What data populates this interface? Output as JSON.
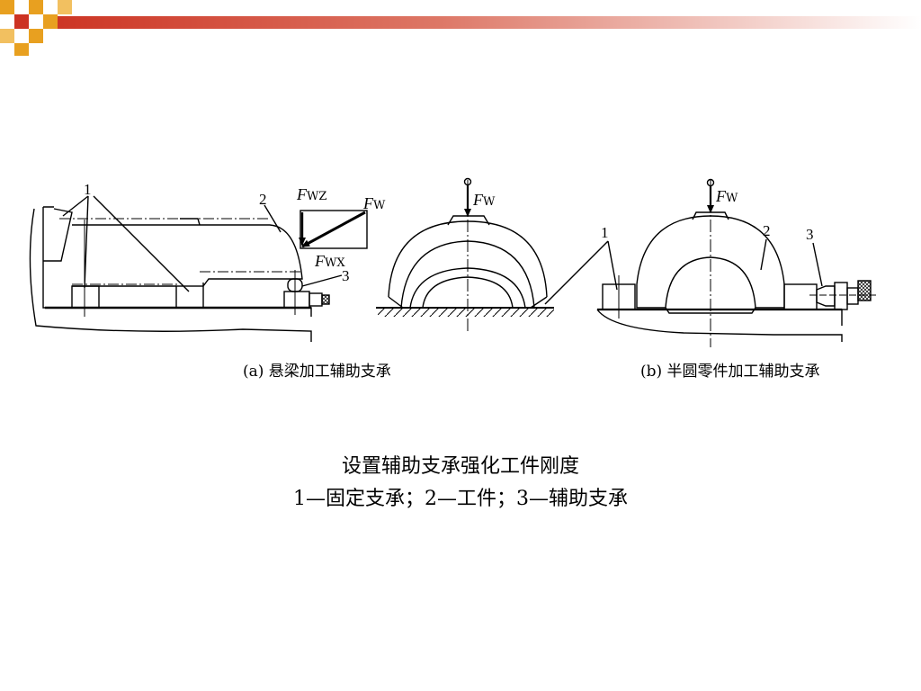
{
  "slide": {
    "caption_title": "设置辅助支承强化工件刚度",
    "caption_legend": "1—固定支承；2—工件；3—辅助支承"
  },
  "figure_a": {
    "sublabel": "(a) 悬梁加工辅助支承",
    "label_1": "1",
    "label_2": "2",
    "label_3": "3",
    "force_z": "F",
    "force_z_sub": "WZ",
    "force_w": "F",
    "force_w_sub": "W",
    "force_x": "F",
    "force_x_sub": "WX"
  },
  "figure_mid": {
    "force": "F",
    "force_sub": "W"
  },
  "figure_b": {
    "sublabel": "(b) 半圆零件加工辅助支承",
    "label_1": "1",
    "label_2": "2",
    "label_3": "3",
    "force": "F",
    "force_sub": "W"
  },
  "colors": {
    "banner_red": "#cc3322",
    "banner_orange": "#e8a020",
    "line": "#000000"
  }
}
